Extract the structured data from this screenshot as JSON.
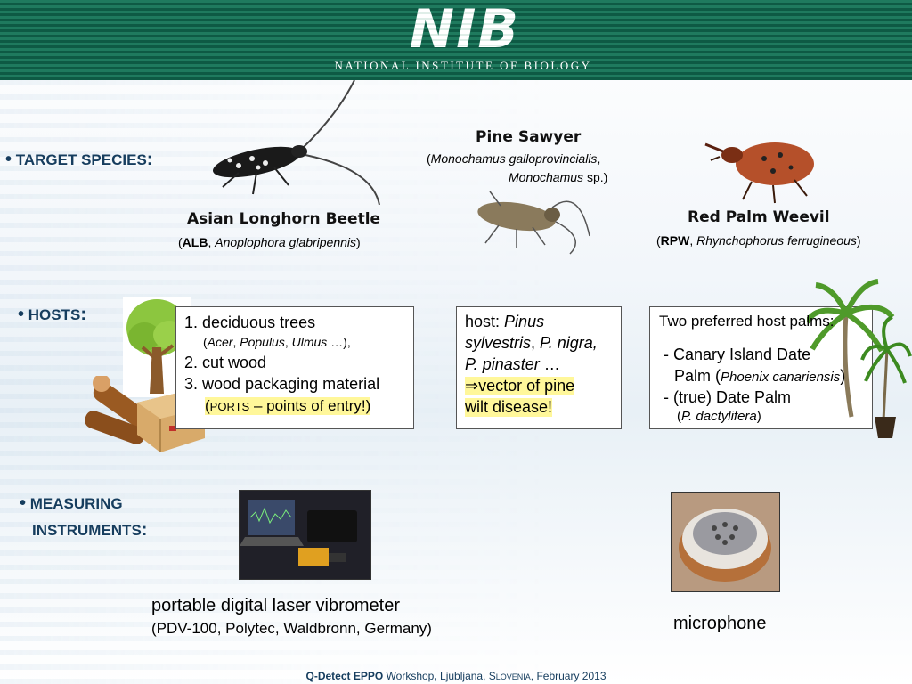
{
  "header": {
    "logo_text": "NIB",
    "institute": "NATIONAL INSTITUTE OF BIOLOGY"
  },
  "sections": {
    "target_species": "TARGET SPECIES",
    "hosts": "HOSTS",
    "measuring_line1": "MEASURING",
    "measuring_line2": "INSTRUMENTS"
  },
  "species": {
    "alb": {
      "name": "Asian Longhorn Beetle",
      "abbr": "ALB",
      "sci": "Anoplophora glabripennis"
    },
    "pine": {
      "name": "Pine Sawyer",
      "sci1": "Monochamus galloprovincialis",
      "sci2": "Monochamus",
      "sci2_suffix": "sp.)"
    },
    "rpw": {
      "name": "Red Palm Weevil",
      "abbr": "RPW",
      "sci": "Rhynchophorus ferrugineous"
    }
  },
  "hosts": {
    "alb": {
      "item1": "1. deciduous trees",
      "genera": [
        "Acer",
        "Populus",
        "Ulmus"
      ],
      "item2": "2. cut wood",
      "item3": "3. wood packaging material",
      "ports": "PORTS",
      "ports_rest": "– points of entry!"
    },
    "pine": {
      "host_label": "host:",
      "host_sp1": "Pinus",
      "host_sp2": "sylvestris",
      "host_sp3": "P. nigra,",
      "host_sp4": "P. pinaster",
      "vector1": "⇒vector of pine",
      "vector2": "wilt disease!"
    },
    "rpw": {
      "title": "Two preferred host palms:",
      "p1a": "- Canary Island Date",
      "p1b": "Palm",
      "p1sci": "Phoenix canariensis",
      "p2": "- (true) Date Palm",
      "p2sci": "P. dactylifera"
    }
  },
  "instruments": {
    "vibrometer": "portable digital laser vibrometer",
    "vibrometer_detail": "(PDV-100, Polytec, Waldbronn, Germany)",
    "microphone": "microphone"
  },
  "footer": {
    "event": "Q-Detect EPPO",
    "workshop": "Workshop",
    "city": "Ljubljana, S",
    "country_rest": "LOVENIA",
    "date": ", February 2013"
  }
}
